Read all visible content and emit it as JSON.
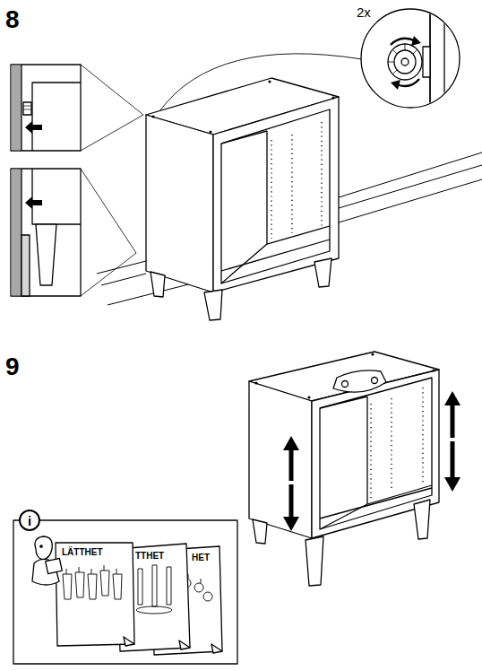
{
  "diagram": {
    "nodes": [
      {
        "text": [
          "i"
        ]
      }
    ],
    "labels": [
      "8",
      "2x",
      "9",
      "LÄTTHET",
      "TTHET",
      "HET"
    ]
  }
}
